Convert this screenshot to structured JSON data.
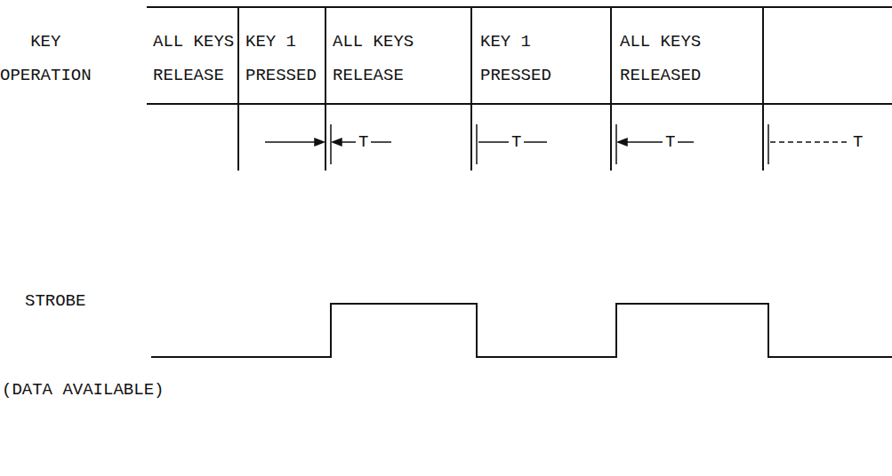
{
  "diagram": {
    "labels": [
      "KEY OPERATION",
      "ALL KEYS RELEASE",
      "KEY 1 PRESSED",
      "ALL KEYS RELEASE",
      "KEY 1 PRESSED",
      "ALL KEYS RELEASED",
      "T",
      "T",
      "T",
      "T",
      "STROBE",
      "(DATA AVAILABLE)"
    ]
  }
}
